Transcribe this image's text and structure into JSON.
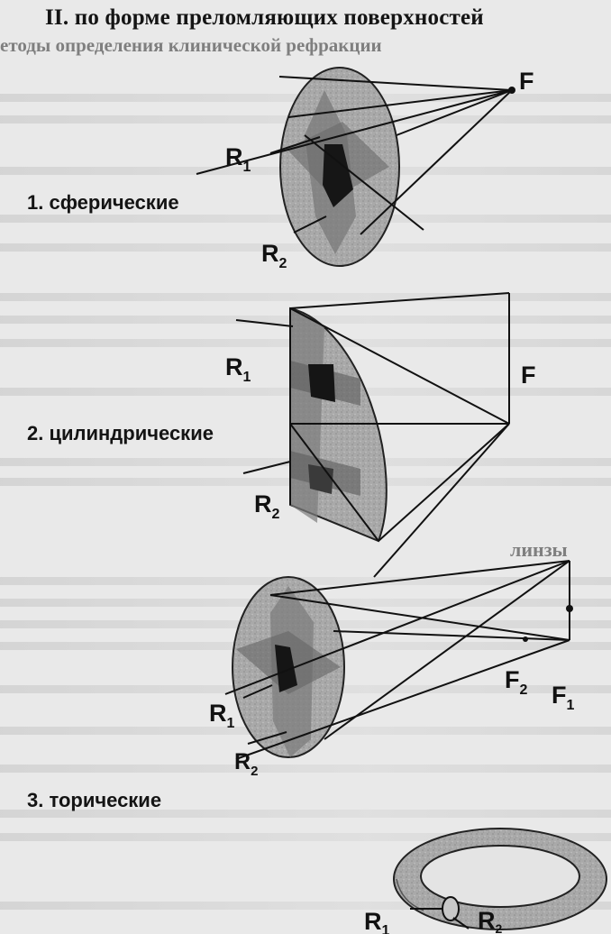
{
  "title": "II. по форме преломляющих поверхностей",
  "background_text": {
    "subtitle": "етоды определения клинической рефракции",
    "heading": "линзы"
  },
  "surface_types": [
    {
      "label": "1. сферические",
      "markers": {
        "R1": [
          "R",
          "1"
        ],
        "R2": [
          "R",
          "2"
        ],
        "F": "F"
      }
    },
    {
      "label": "2. цилиндрические",
      "markers": {
        "R1": [
          "R",
          "1"
        ],
        "R2": [
          "R",
          "2"
        ],
        "F": "F"
      }
    },
    {
      "label": "3. торические",
      "markers": {
        "R1": [
          "R",
          "1"
        ],
        "R2": [
          "R",
          "2"
        ],
        "F2": [
          "F",
          "2"
        ],
        "F1": [
          "F",
          "1"
        ]
      }
    }
  ],
  "toric_ring_markers": {
    "R1": [
      "R",
      "1"
    ],
    "R2": [
      "R",
      "2"
    ]
  },
  "colors": {
    "paper": "#e9e9e9",
    "lens_fill": "#a9a9a9",
    "plane_fill": "#6d6d6d",
    "core_fill": "#151515",
    "ink": "#141414"
  }
}
